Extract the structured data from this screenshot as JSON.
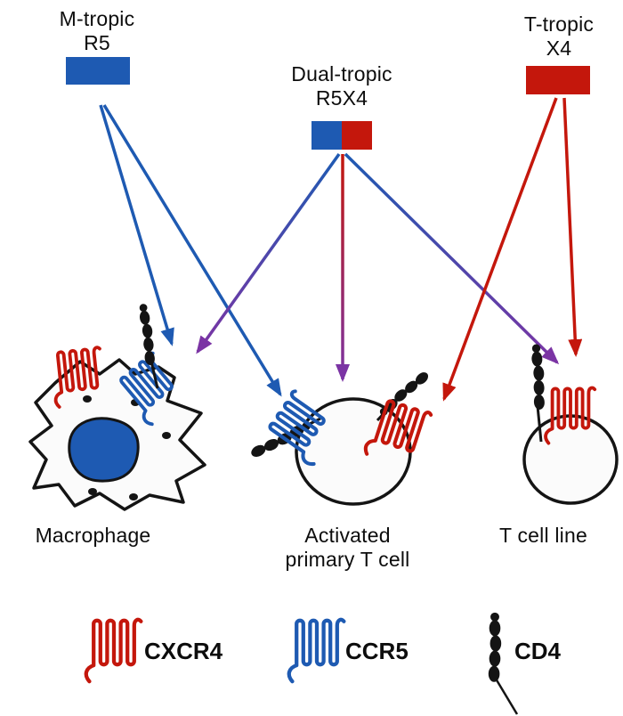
{
  "figure": {
    "colors": {
      "blue": "#1e5ab2",
      "red": "#c4170c",
      "purple": "#7b34a4",
      "black": "#141414",
      "cell_fill": "#fbfbfb",
      "background": "#ffffff"
    },
    "viruses": {
      "m_tropic": {
        "line1": "M-tropic",
        "line2": "R5"
      },
      "dual_tropic": {
        "line1": "Dual-tropic",
        "line2": "R5X4"
      },
      "t_tropic": {
        "line1": "T-tropic",
        "line2": "X4"
      }
    },
    "cells": {
      "macrophage": {
        "line1": "Macrophage"
      },
      "activated_t": {
        "line1": "Activated",
        "line2": "primary T cell"
      },
      "t_cell_line": {
        "line1": "T cell line"
      }
    },
    "legend": {
      "cxcr4": {
        "label": "CXCR4"
      },
      "ccr5": {
        "label": "CCR5"
      },
      "cd4": {
        "label": "CD4"
      }
    }
  }
}
